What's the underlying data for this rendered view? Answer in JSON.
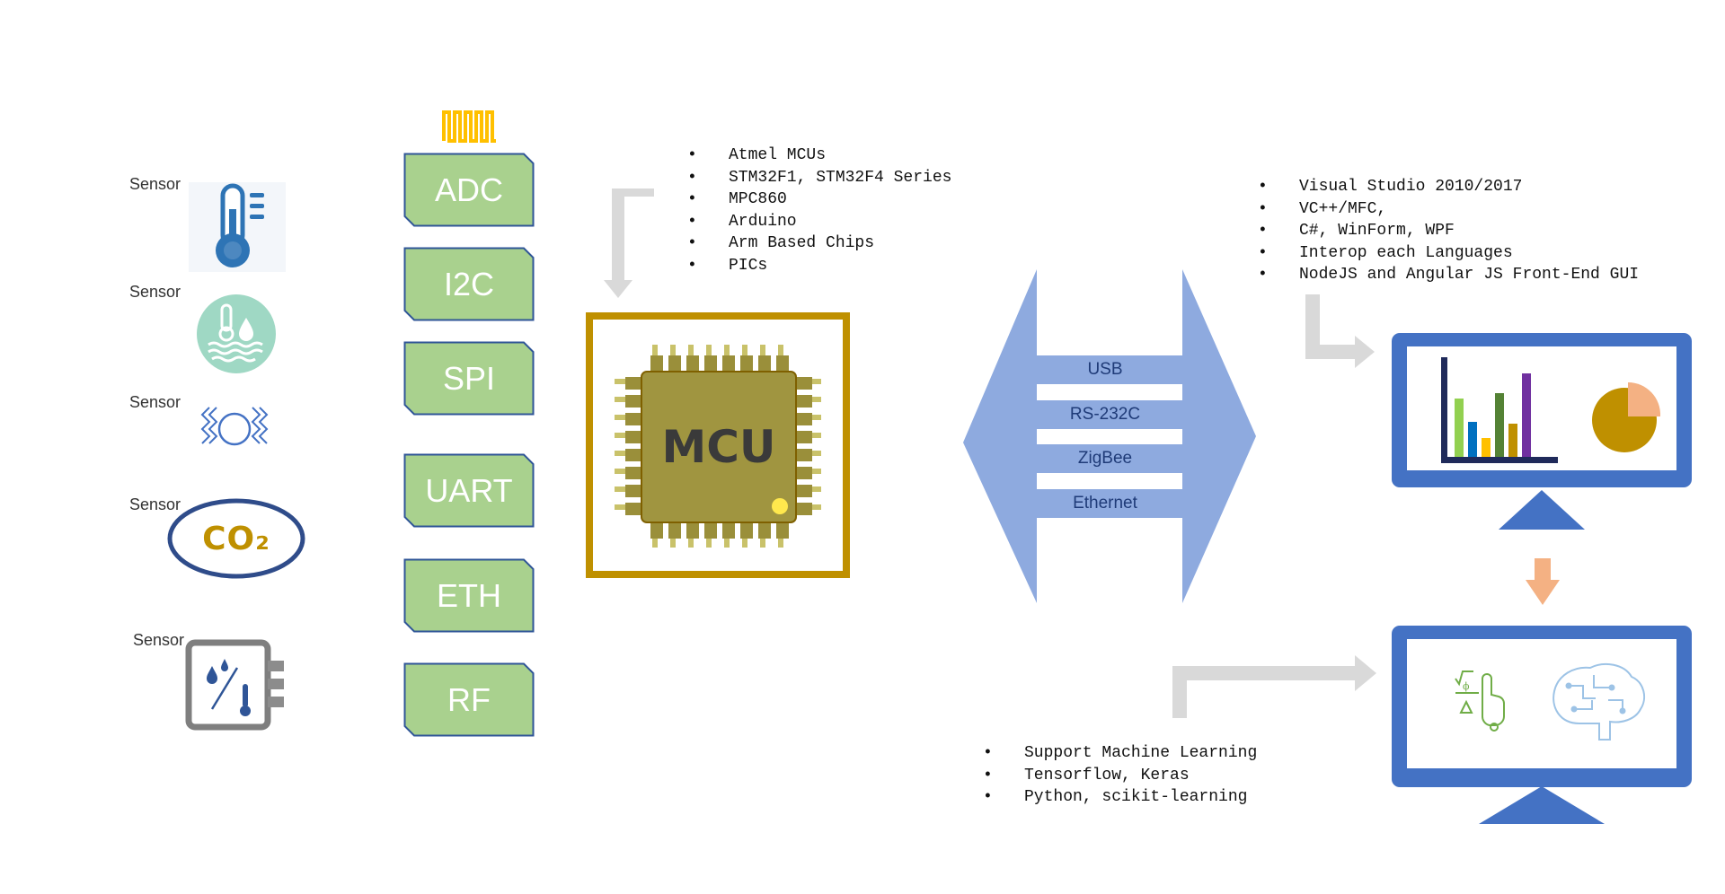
{
  "sensors": [
    {
      "label": "Sensor",
      "icon": "thermometer-icon"
    },
    {
      "label": "Sensor",
      "icon": "humidity-icon"
    },
    {
      "label": "Sensor",
      "icon": "vibration-icon"
    },
    {
      "label": "Sensor",
      "icon": "co2-icon",
      "icon_text": "CO₂"
    },
    {
      "label": "Sensor",
      "icon": "humidity-temperature-sensor-icon"
    }
  ],
  "protocols": [
    "ADC",
    "I2C",
    "SPI",
    "UART",
    "ETH",
    "RF"
  ],
  "mcu": {
    "label": "MCU",
    "platforms": [
      "Atmel MCUs",
      "STM32F1, STM32F4 Series",
      "MPC860",
      "Arduino",
      "Arm Based Chips",
      "PICs"
    ]
  },
  "interfaces": [
    "USB",
    "RS-232C",
    "ZigBee",
    "Ethernet"
  ],
  "pc_software": [
    "Visual Studio 2010/2017",
    "VC++/MFC,",
    "C#, WinForm, WPF",
    "Interop each Languages",
    "NodeJS and Angular JS Front-End GUI"
  ],
  "ml_software": [
    "Support Machine Learning",
    "Tensorflow, Keras",
    "Python, scikit-learning"
  ],
  "colors": {
    "protocol_fill": "#a9d18e",
    "protocol_border": "#2f5597",
    "mcu_frame": "#bf9000",
    "mcu_body": "#a09540",
    "arrow_blue": "#8eaadf",
    "monitor_blue": "#4472c4",
    "gray_arrow": "#d9d9d9",
    "orange_arrow": "#f4b183"
  }
}
